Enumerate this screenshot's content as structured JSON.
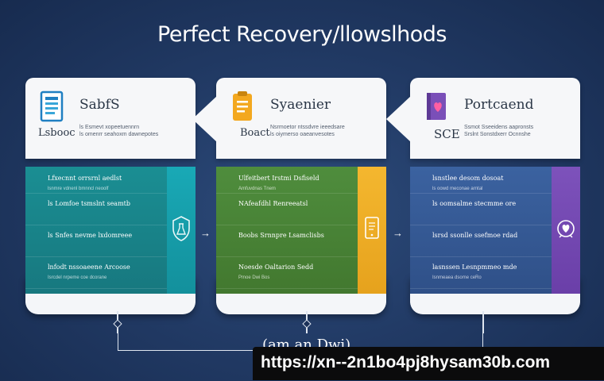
{
  "title": "Perfect Recovery/llowslhods",
  "colors": {
    "teal": "#1d8f94",
    "green": "#4f8a3e",
    "blue": "#3a5f9a",
    "accent_teal": "#17a7b4",
    "accent_yellow": "#f2b32d",
    "accent_purple": "#7a4fb8"
  },
  "cards": [
    {
      "icon": "document-icon",
      "name": "SabfS",
      "sub": "Lsbooc",
      "desc": [
        "ls Esmevt xopeetuennrn",
        "ls omenrr seahoxm dawnepotes"
      ],
      "side_icon": "shield-flask-icon",
      "rows": [
        {
          "l1": "Lfxecnnt orrsrnl aedlst",
          "l2": "lsnmre vdnenl bmnncl neoolf"
        },
        {
          "l1": "ls Lomfoe tsmslnt seamtb",
          "l2": ""
        },
        {
          "l1": "ls Snfes nevme lxdomreee",
          "l2": ""
        },
        {
          "l1": "lnfodt nssoaeene Arcoose",
          "l2": "Isrcdel nrpeme coe dcorane"
        }
      ]
    },
    {
      "icon": "clipboard-icon",
      "name": "Syaenier",
      "sub": "Boact",
      "desc": [
        "Nsrmoetor ntssdvre ieeedsare",
        "ls oiymerso oaeanvesotes"
      ],
      "side_icon": "tablet-icon",
      "rows": [
        {
          "l1": "Ulfeitbert Irstmi Dsfiseld",
          "l2": "Amfuvdnas Tnem"
        },
        {
          "l1": "NAfeafdhl Renreeatsl",
          "l2": ""
        },
        {
          "l1": "Boobs Srnnpre Lsamclisbs",
          "l2": ""
        },
        {
          "l1": "Noesde Oaltarion Sedd",
          "l2": "Pmoe Dwi Bos"
        }
      ]
    },
    {
      "icon": "book-heart-icon",
      "name": "Portcaend",
      "sub": "SCE",
      "desc": [
        "Ssmot Sseeidens aapronsts",
        "Srslnt Sonstdxerr Ocnnshe"
      ],
      "side_icon": "heart-badge-icon",
      "rows": [
        {
          "l1": "lsnstlee desom dosoat",
          "l2": "ls oowd meconae arntal"
        },
        {
          "l1": "ls oomsalme stecmme ore",
          "l2": ""
        },
        {
          "l1": "lsrsd ssonlle ssefmoe rdad",
          "l2": ""
        },
        {
          "l1": "lasnssen Lesnpmmeo mde",
          "l2": "Isnmeaea dsome ceRo"
        }
      ]
    }
  ],
  "footer_label": "(am an Dwi)",
  "url": "https://xn--2n1bo4pj8hysam30b.com"
}
